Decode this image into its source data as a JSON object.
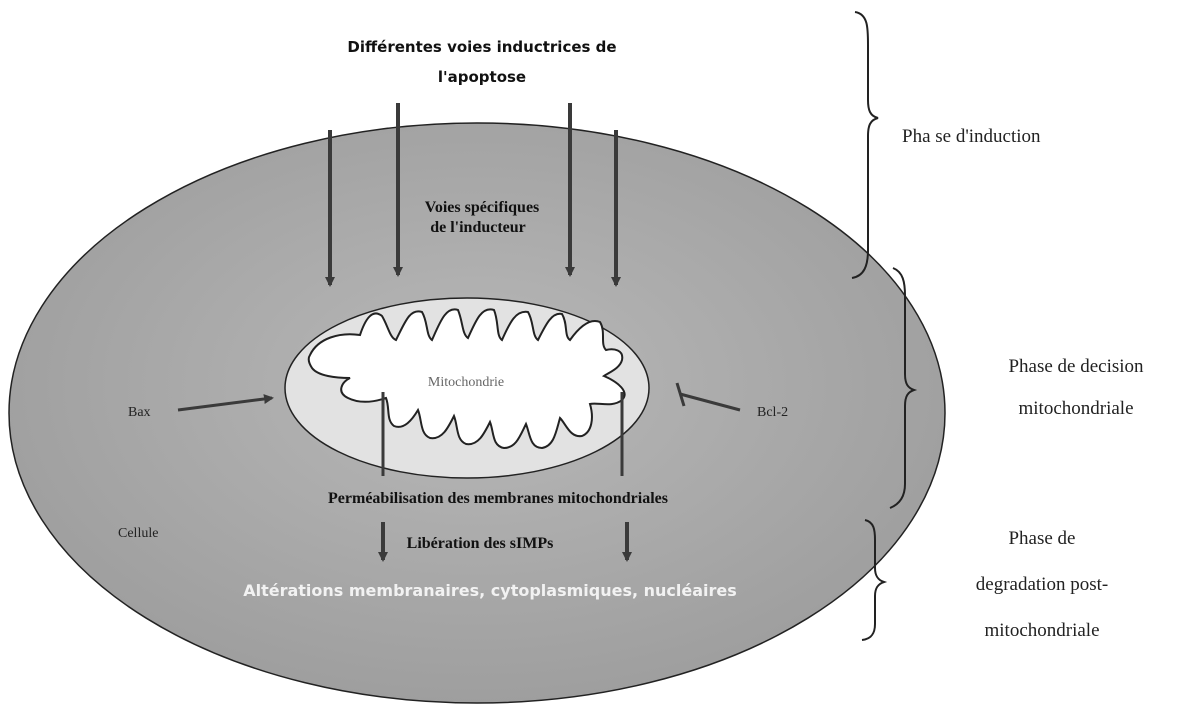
{
  "header": {
    "line1": "Différentes voies inductrices de",
    "line2": "l'apoptose"
  },
  "cell": {
    "specific_pathways_line1": "Voies spécifiques",
    "specific_pathways_line2": "de l'inducteur",
    "mitochondria_label": "Mitochondrie",
    "bax_label": "Bax",
    "bcl2_label": "Bcl-2",
    "permeabilization_label": "Perméabilisation des membranes mitochondriales",
    "cell_label": "Cellule",
    "release_label": "Libération des sIMPs",
    "alterations_label": "Altérations membranaires, cytoplasmiques, nucléaires"
  },
  "phases": {
    "induction": "Pha se d'induction",
    "decision_line1": "Phase de decision",
    "decision_line2": "mitochondriale",
    "degradation_line1": "Phase de",
    "degradation_line2": "degradation post-",
    "degradation_line3": "mitochondriale"
  },
  "colors": {
    "cell_fill": "#a6a6a6",
    "mitochondria_fill": "#e2e2e2",
    "arrow_color": "#3a3a3a",
    "alteration_text": "#f2f2f2"
  }
}
